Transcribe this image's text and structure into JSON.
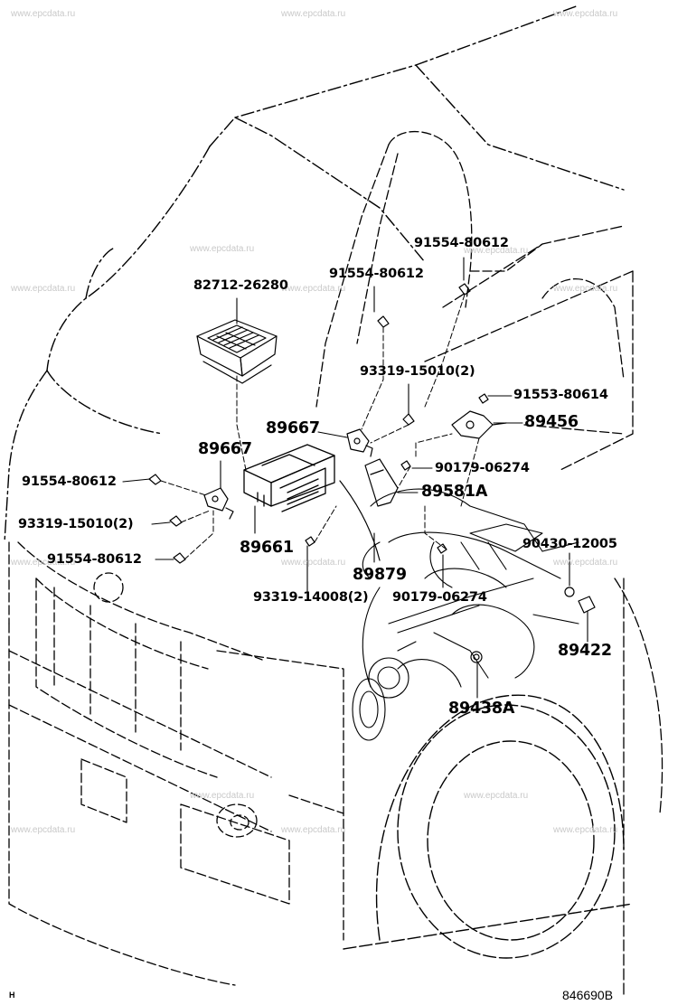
{
  "watermark": "www.epcdata.ru",
  "callouts": {
    "p82712_26280": "82712-26280",
    "p91554_80612_a": "91554-80612",
    "p91554_80612_b": "91554-80612",
    "p93319_15010_a": "93319-15010(2)",
    "p91553_80614": "91553-80614",
    "p89667_a": "89667",
    "p89456": "89456",
    "p89667_b": "89667",
    "p91554_80612_c": "91554-80612",
    "p90179_06274_a": "90179-06274",
    "p89581A": "89581A",
    "p93319_15010_b": "93319-15010(2)",
    "p90430_12005": "90430-12005",
    "p91554_80612_d": "91554-80612",
    "p89661": "89661",
    "p89879": "89879",
    "p93319_14008": "93319-14008(2)",
    "p90179_06274_b": "90179-06274",
    "p89422": "89422",
    "p89438A": "89438A"
  },
  "corner": {
    "left": "H",
    "right": "846690B"
  }
}
